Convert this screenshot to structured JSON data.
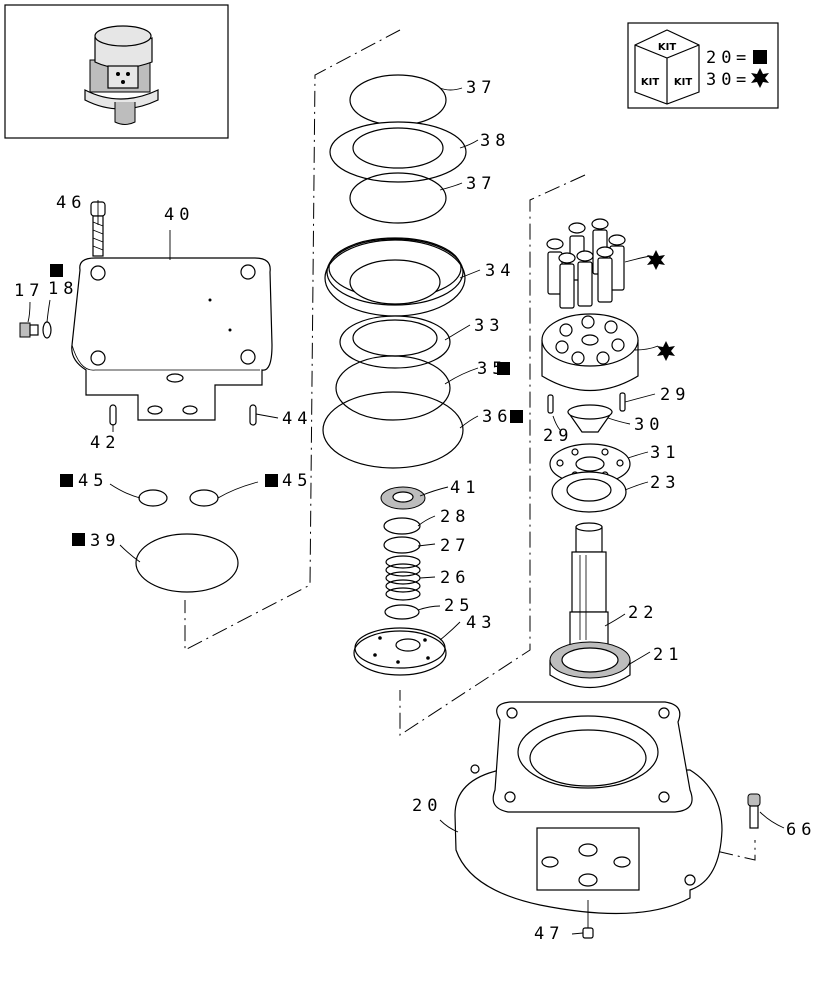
{
  "part_labels": {
    "p17": "17",
    "p18": "18",
    "p20": "20",
    "p21": "21",
    "p22": "22",
    "p23": "23",
    "p25": "25",
    "p26": "26",
    "p27": "27",
    "p28": "28",
    "p29a": "29",
    "p29b": "29",
    "p30": "30",
    "p31": "31",
    "p33": "33",
    "p34": "34",
    "p35": "35",
    "p36": "36",
    "p37a": "37",
    "p37b": "37",
    "p38": "38",
    "p39": "39",
    "p40": "40",
    "p41": "41",
    "p42": "42",
    "p43": "43",
    "p44": "44",
    "p45a": "45",
    "p45b": "45",
    "p46": "46",
    "p47": "47",
    "p66": "66"
  },
  "kit_legend": {
    "box_text": [
      "KIT",
      "KIT",
      "KIT"
    ],
    "entries": [
      {
        "code": "20",
        "marker": "square"
      },
      {
        "code": "30",
        "marker": "star"
      }
    ]
  },
  "marker_types": {
    "square": "black-square-icon",
    "star": "black-star-icon"
  }
}
